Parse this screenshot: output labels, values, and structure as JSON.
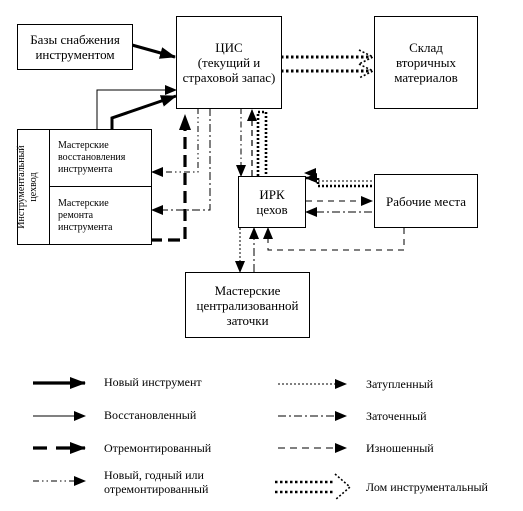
{
  "blocks": {
    "supply_bases": "Базы снабжения инструментом",
    "cis": [
      "ЦИС",
      "(текущий и",
      "страховой запас)"
    ],
    "warehouse": [
      "Склад",
      "вторичных",
      "материалов"
    ],
    "tool_warehouse": [
      "Инструментальный",
      "цехвод"
    ],
    "restoration_shops": [
      "Мастерские",
      "восстановления",
      "инструмента"
    ],
    "repair_shops": [
      "Мастерские",
      "ремонта",
      "инструмента"
    ],
    "irk": [
      "ИРК",
      "цехов"
    ],
    "workplaces": "Рабочие места",
    "sharpening": [
      "Мастерские",
      "централизованной",
      "заточки"
    ]
  },
  "legend": {
    "new": "Новый инструмент",
    "restored": "Восстановленный",
    "repaired": "Отремонтированный",
    "new_fit": [
      "Новый, годный или",
      "отремонтированный"
    ],
    "blunt": "Затупленный",
    "sharpened": "Заточенный",
    "worn": "Изношенный",
    "scrap": "Лом инструментальный"
  }
}
